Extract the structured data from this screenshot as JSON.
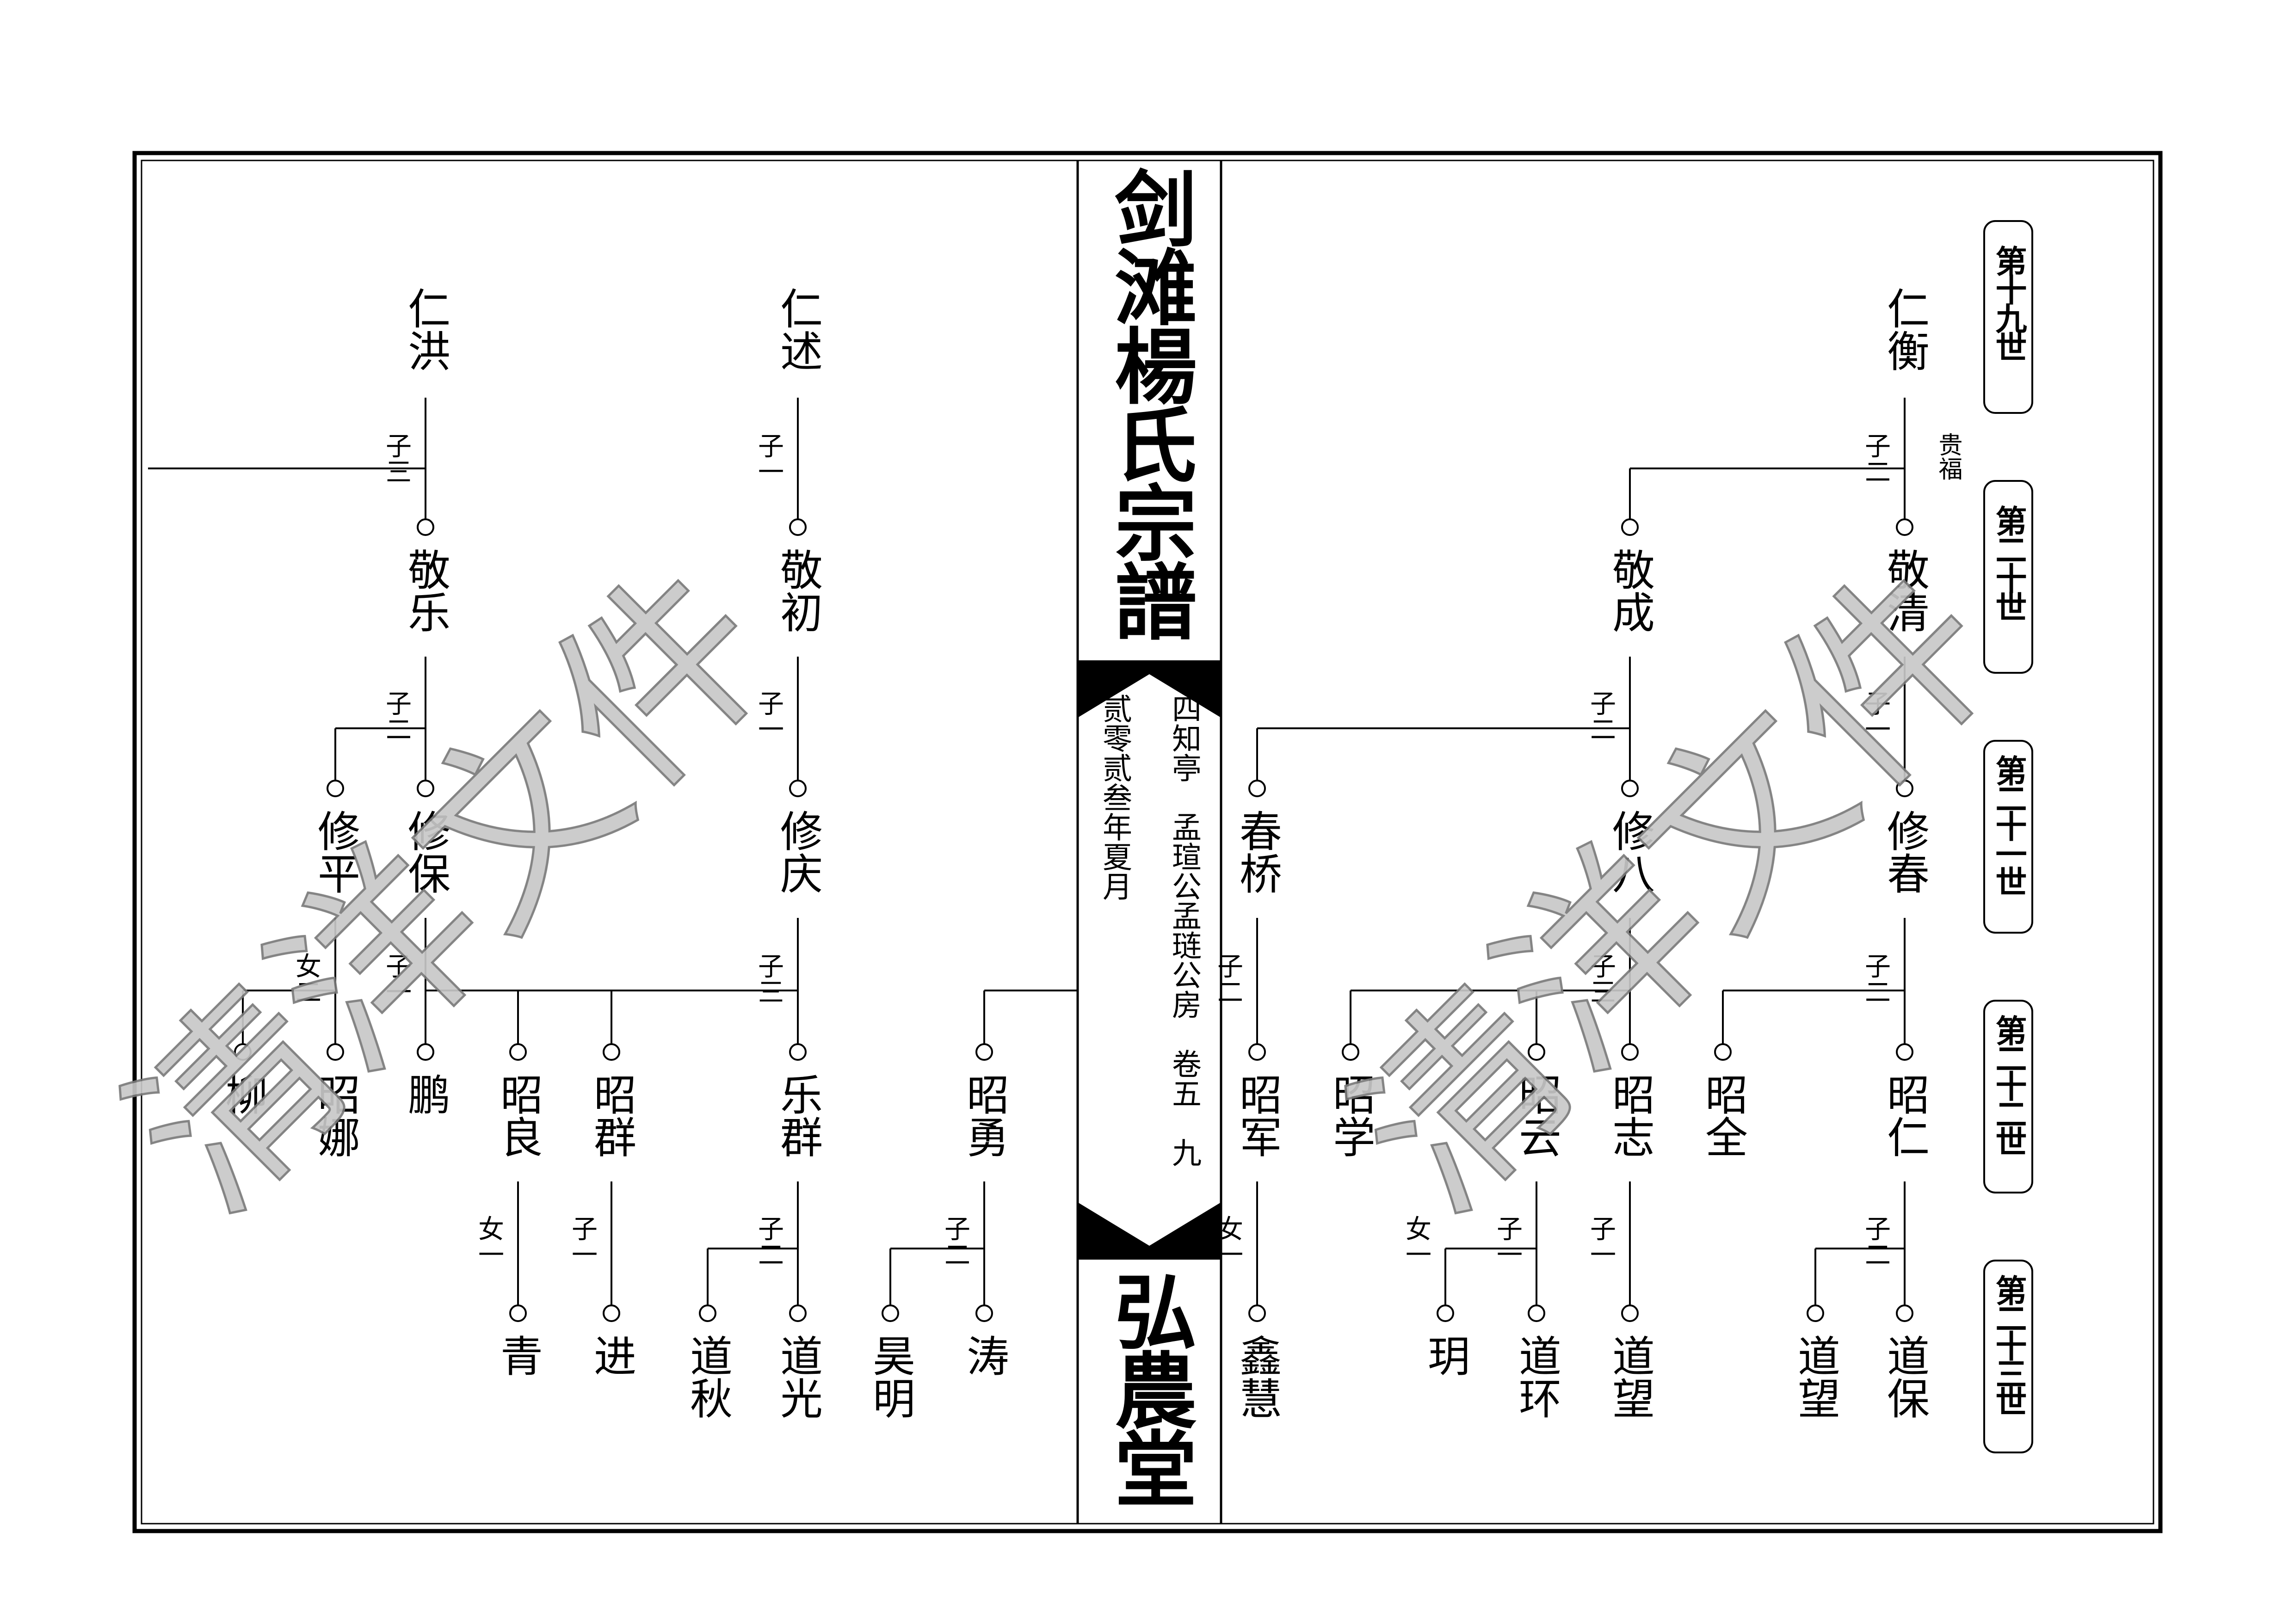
{
  "spine": {
    "title": "剑滩楊氏宗譜",
    "hall": "弘農堂",
    "col_right": "四知亭　孟瑄公孟琏公房　卷五　九",
    "col_left": "贰零贰叁年夏月"
  },
  "generations": [
    "第十九世",
    "第二十世",
    "第二十一世",
    "第二十二世",
    "第二十三世"
  ],
  "watermark": "清洋文件",
  "colors": {
    "ink": "#000000",
    "watermark_fill": "#c8c8c8",
    "watermark_stroke": "#7a7a7a"
  },
  "family": {
    "right": {
      "ancestor": {
        "name": "仁衡",
        "note": "贵福",
        "tag_gen1": "子二"
      },
      "gen2": [
        {
          "name": "敬清",
          "tag": "子一",
          "gen3": [
            {
              "name": "修春",
              "tag": "子二",
              "gen4": [
                {
                  "name": "昭仁",
                  "tag": "子二",
                  "gen5": [
                    "道保",
                    "道望"
                  ]
                },
                {
                  "name": "昭全"
                }
              ]
            }
          ]
        },
        {
          "name": "敬成",
          "tag": "子二",
          "gen3": [
            {
              "name": "修八",
              "tag": "子三",
              "gen4": [
                {
                  "name": "昭志",
                  "tag": "子一",
                  "gen5": [
                    "道望"
                  ]
                },
                {
                  "name": "昭云",
                  "tag": "子一",
                  "tag2": "女一",
                  "gen5": [
                    "道环",
                    "玥"
                  ]
                },
                {
                  "name": "昭学"
                }
              ]
            },
            {
              "name": "春桥",
              "tag": "子二",
              "gen4": [
                {
                  "name": "昭军",
                  "tag": "女一",
                  "gen5": [
                    "鑫慧"
                  ]
                }
              ]
            }
          ]
        }
      ]
    },
    "left": {
      "ancestors": [
        {
          "name": "仁述",
          "tag": "子一",
          "gen2": [
            {
              "name": "敬初",
              "tag": "子一",
              "gen3": [
                {
                  "name": "修庆",
                  "tag": "子三",
                  "gen4": [
                    {
                      "name": "乐群",
                      "tag": "子二",
                      "gen5": [
                        "道光",
                        "道秋"
                      ]
                    },
                    {
                      "name": "昭群",
                      "tag": "子一",
                      "gen5": [
                        "进"
                      ]
                    },
                    {
                      "name": "昭良",
                      "tag": "女一",
                      "gen5": [
                        "青"
                      ]
                    }
                  ]
                }
              ]
            }
          ]
        },
        {
          "name": "仁洪",
          "tag": "子三",
          "gen2": [
            {
              "name": "敬乐",
              "tag": "子二",
              "gen3": [
                {
                  "name": "修保",
                  "tag": "子一",
                  "gen4": [
                    {
                      "name": "鹏"
                    }
                  ]
                },
                {
                  "name": "修平",
                  "tag": "女二",
                  "gen4": [
                    {
                      "name": "昭娜"
                    },
                    {
                      "name": "柳"
                    }
                  ]
                }
              ]
            }
          ]
        }
      ],
      "extra": {
        "name": "昭勇",
        "tag": "子二",
        "gen5": [
          "涛",
          "昊明"
        ]
      }
    }
  }
}
